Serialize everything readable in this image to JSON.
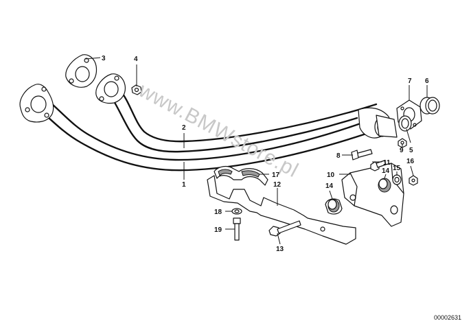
{
  "watermark": "www.BMWstore.pl",
  "diagram_number": "00002631",
  "callouts": [
    {
      "id": "c1",
      "text": "1"
    },
    {
      "id": "c2",
      "text": "2"
    },
    {
      "id": "c3",
      "text": "3"
    },
    {
      "id": "c4",
      "text": "4"
    },
    {
      "id": "c5",
      "text": "5"
    },
    {
      "id": "c6",
      "text": "6"
    },
    {
      "id": "c7",
      "text": "7"
    },
    {
      "id": "c8",
      "text": "8"
    },
    {
      "id": "c9",
      "text": "9"
    },
    {
      "id": "c10",
      "text": "10"
    },
    {
      "id": "c11",
      "text": "11"
    },
    {
      "id": "c12",
      "text": "12"
    },
    {
      "id": "c13",
      "text": "13"
    },
    {
      "id": "c14a",
      "text": "14"
    },
    {
      "id": "c14b",
      "text": "14"
    },
    {
      "id": "c15",
      "text": "15"
    },
    {
      "id": "c16",
      "text": "16"
    },
    {
      "id": "c17",
      "text": "17"
    },
    {
      "id": "c18",
      "text": "18"
    },
    {
      "id": "c19",
      "text": "19"
    }
  ]
}
